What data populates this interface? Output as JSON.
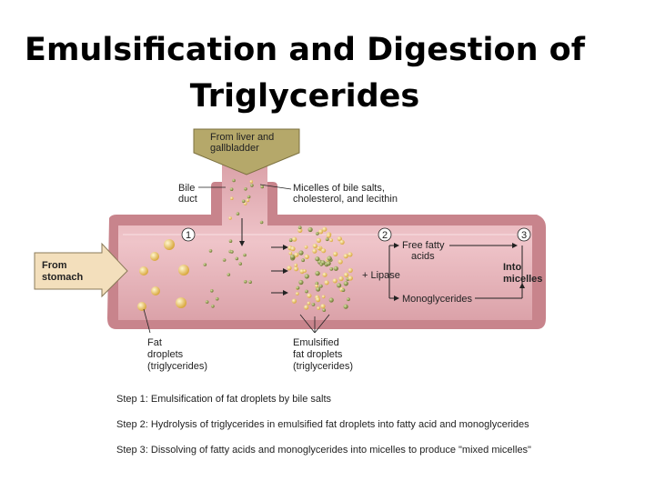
{
  "title": {
    "line1": "Emulsification and Digestion of",
    "line2": "Triglycerides"
  },
  "labels": {
    "source_line1": "From liver and",
    "source_line2": "gallbladder",
    "bile_duct_line1": "Bile",
    "bile_duct_line2": "duct",
    "micelles_line1": "Micelles of bile salts,",
    "micelles_line2": "cholesterol, and lecithin",
    "from_stomach_line1": "From",
    "from_stomach_line2": "stomach",
    "free_fatty_acids_line1": "Free fatty",
    "free_fatty_acids_line2": "acids",
    "lipase": "+ Lipase",
    "monoglycerides": "Monoglycerides",
    "into_micelles_line1": "Into",
    "into_micelles_line2": "micelles",
    "fat_droplets_line1": "Fat",
    "fat_droplets_line2": "droplets",
    "fat_droplets_line3": "(triglycerides)",
    "emulsified_line1": "Emulsified",
    "emulsified_line2": "fat droplets",
    "emulsified_line3": "(triglycerides)"
  },
  "step_markers": [
    "1",
    "2",
    "3"
  ],
  "steps": [
    "Step 1: Emulsification of fat droplets by bile salts",
    "Step 2: Hydrolysis of triglycerides in emulsified fat droplets into fatty acid and monoglycerides",
    "Step 3: Dissolving of fatty acids and monoglycerides into micelles to produce \"mixed micelles\""
  ],
  "colors": {
    "intestine_wall": "#c8848c",
    "intestine_lumen": "#e8b7bd",
    "arrow_olive": "#b5a86a",
    "arrow_tan": "#f3dfbc",
    "fat_droplet": "#e8c46a",
    "micelle": "#8f9a4a"
  }
}
